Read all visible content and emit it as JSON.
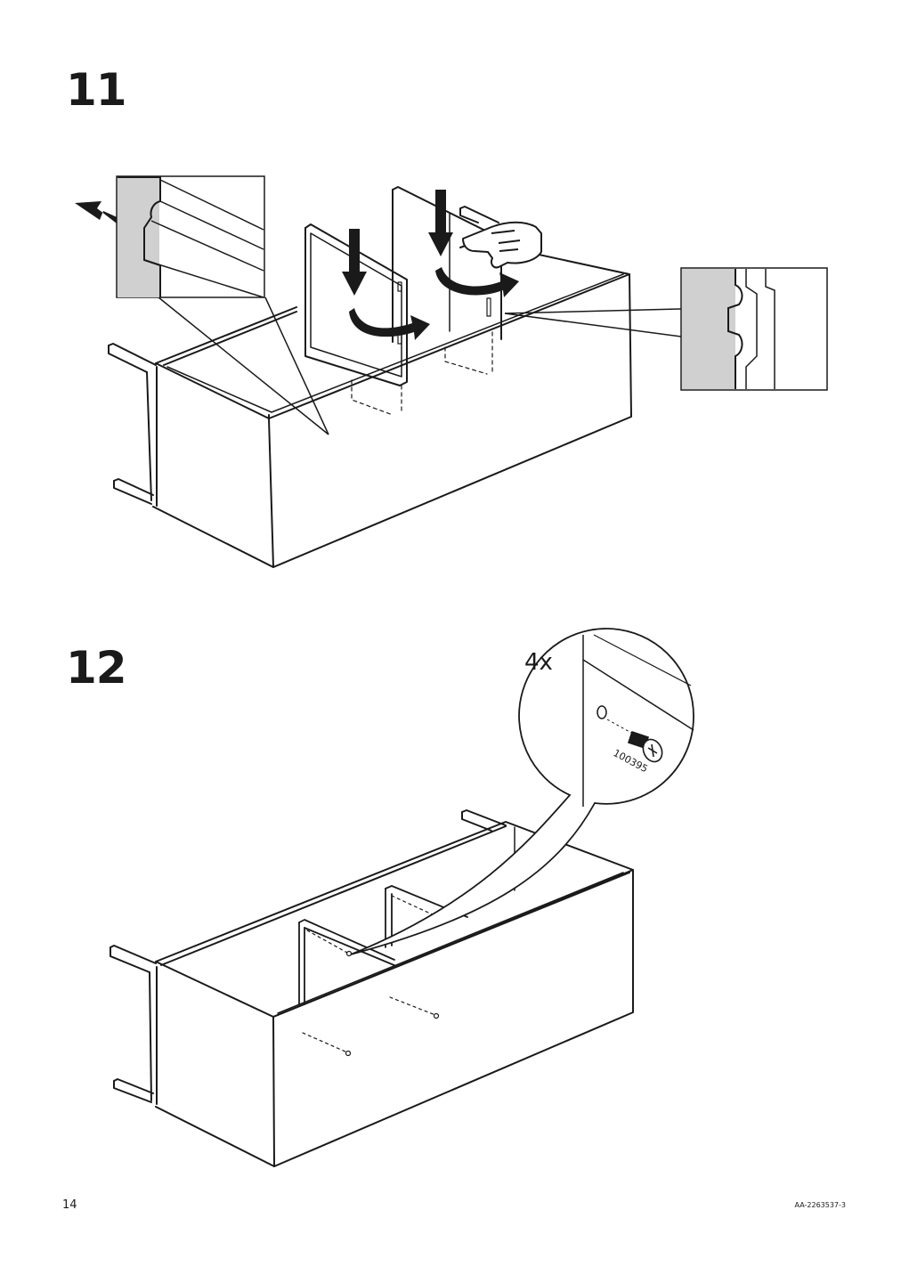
{
  "steps": [
    {
      "number": "11"
    },
    {
      "number": "12",
      "quantity_label": "4x",
      "part_number": "100395"
    }
  ],
  "footer": {
    "page_number": "14",
    "document_id": "AA-2263537-3"
  },
  "icons": [
    "arrow-out-icon",
    "arrow-down-icon",
    "arrow-turn-icon",
    "pointing-hand-icon",
    "zoom-detail-icon",
    "screw-icon"
  ],
  "colors": {
    "ink": "#1a1a1a",
    "detail_fill": "#d0d0d0",
    "background": "#ffffff"
  }
}
